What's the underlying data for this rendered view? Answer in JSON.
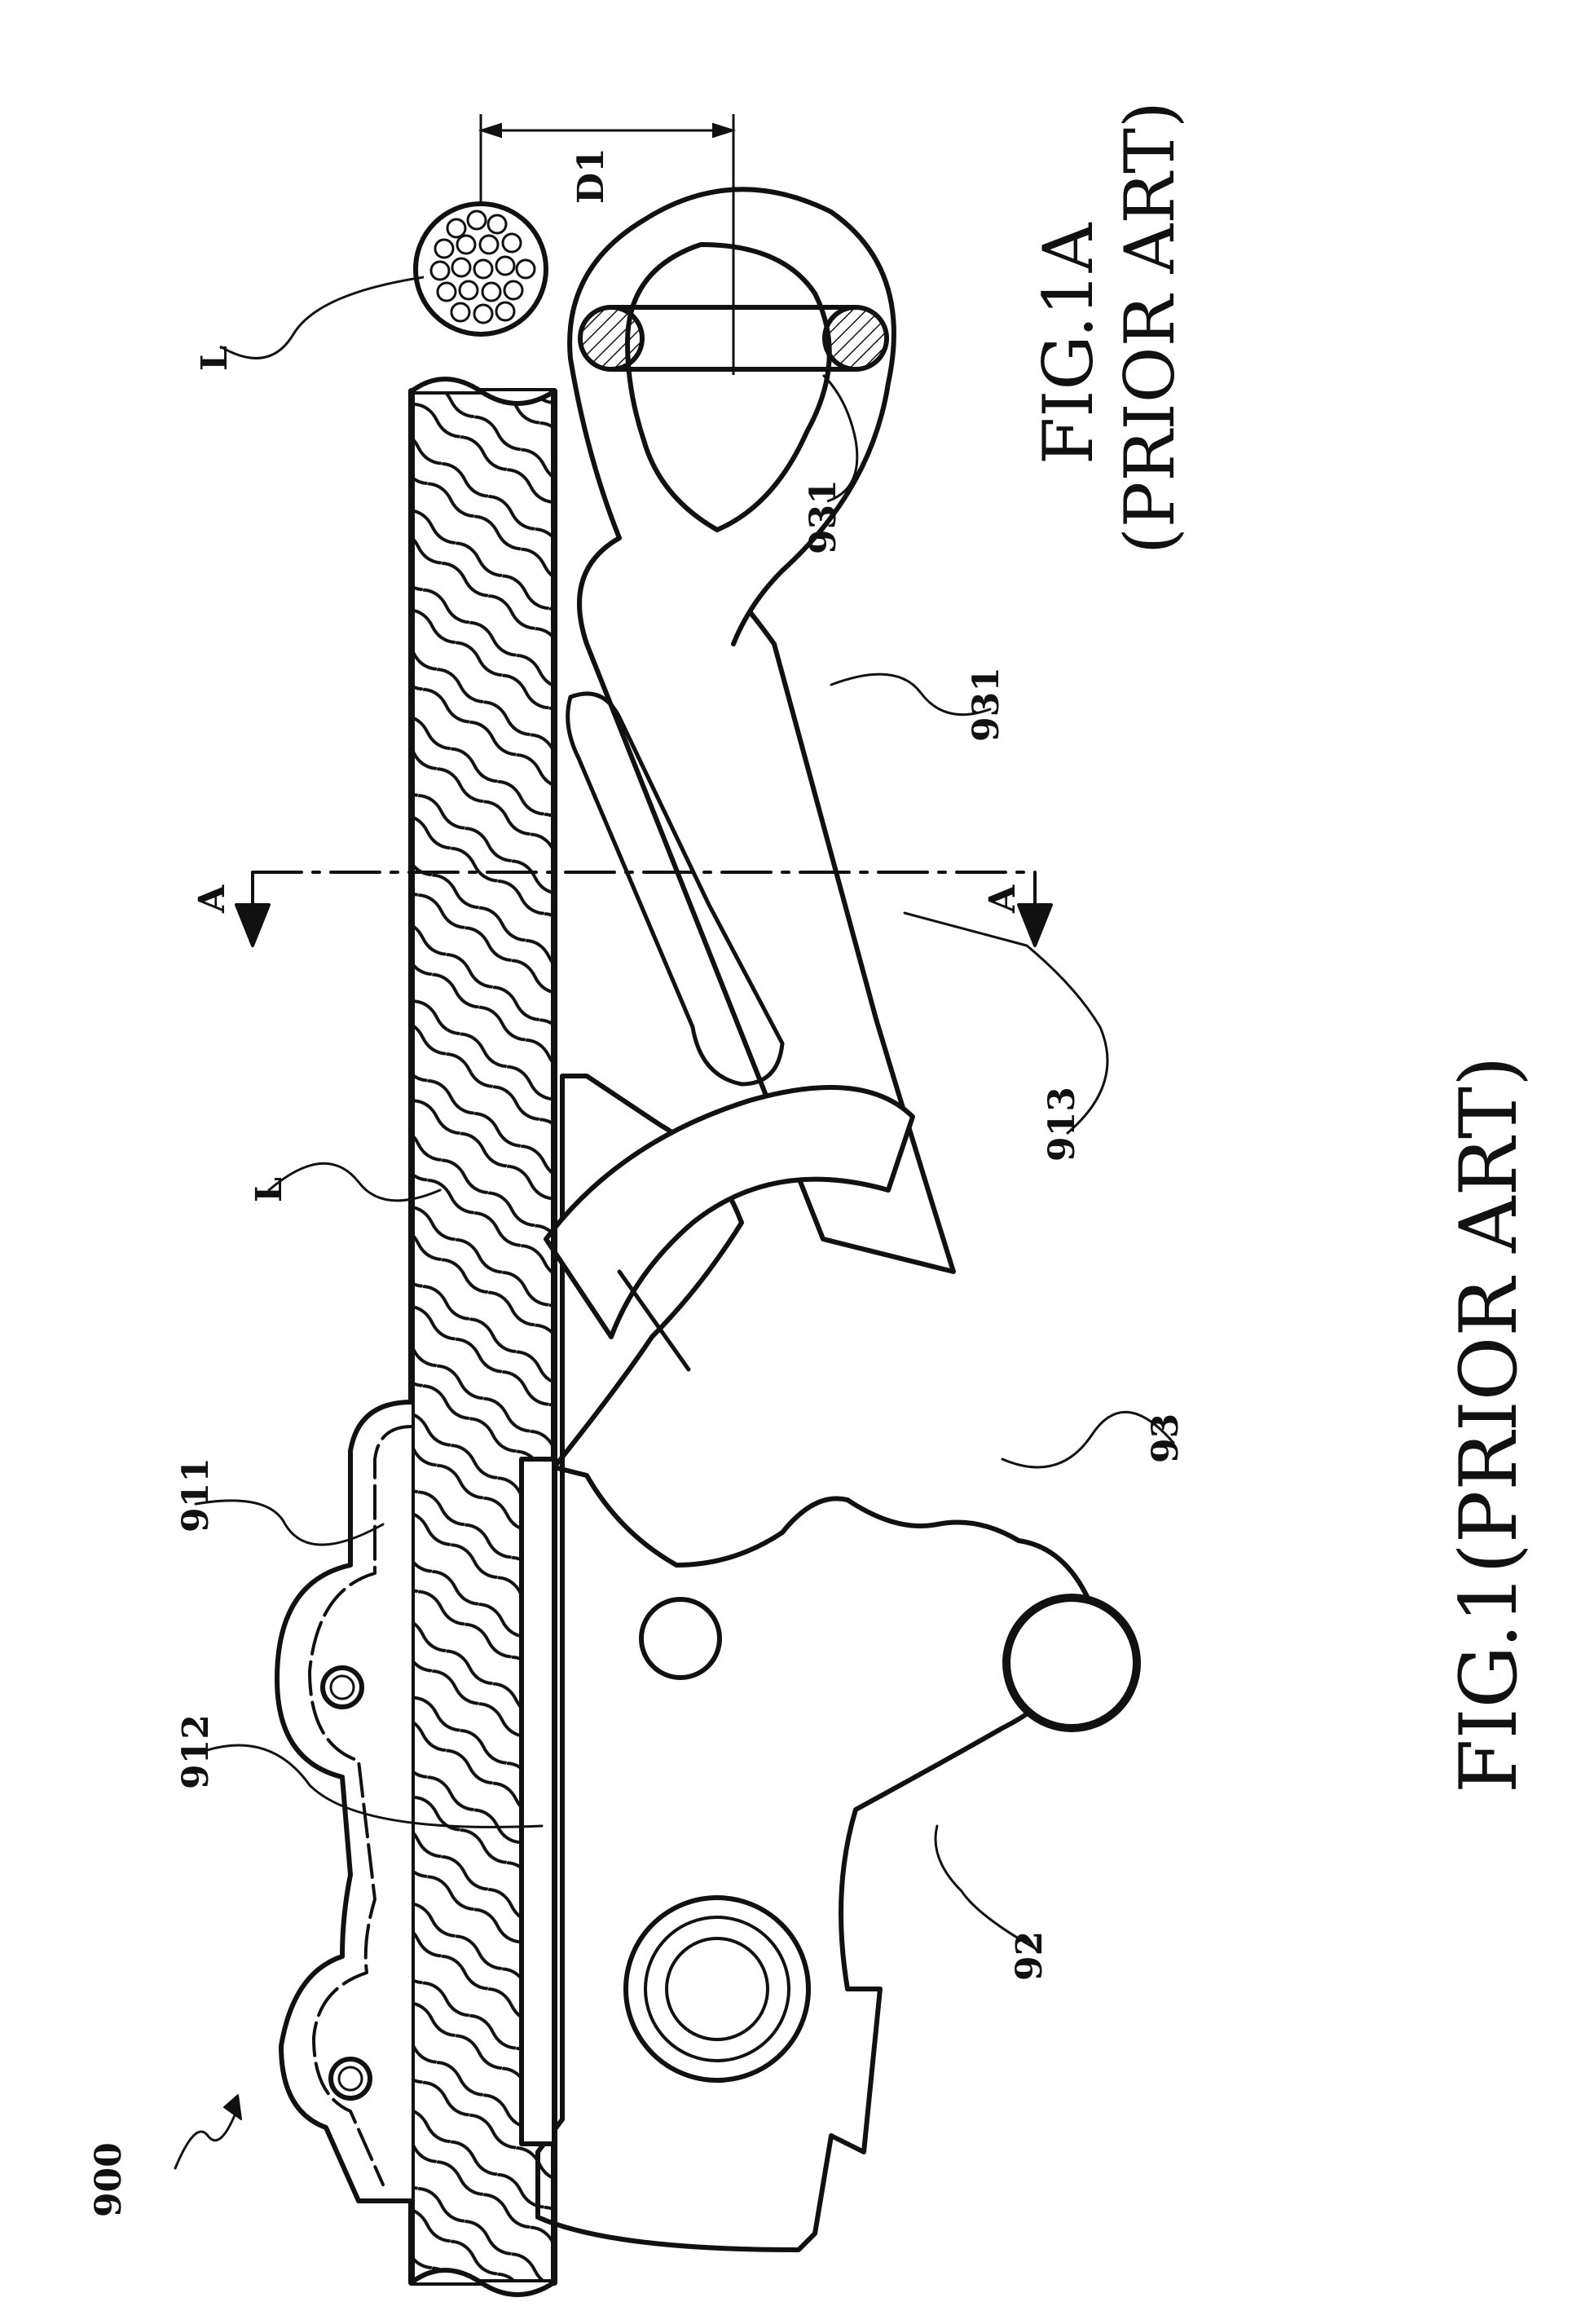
{
  "figure_main": {
    "caption": "FIG.1(PRIOR ART)",
    "refs": {
      "r900": "900",
      "r912": "912",
      "r911": "911",
      "rL": "L",
      "r913": "913",
      "r93": "93",
      "r92": "92",
      "r931": "931",
      "sectionA_top": "A",
      "sectionA_bottom": "A"
    }
  },
  "figure_a": {
    "caption_line1": "FIG.1A",
    "caption_line2": "(PRIOR ART)",
    "refs": {
      "rL": "L",
      "r931": "931",
      "d1": "D1"
    }
  },
  "colors": {
    "ink": "#111111",
    "paper": "#ffffff"
  }
}
